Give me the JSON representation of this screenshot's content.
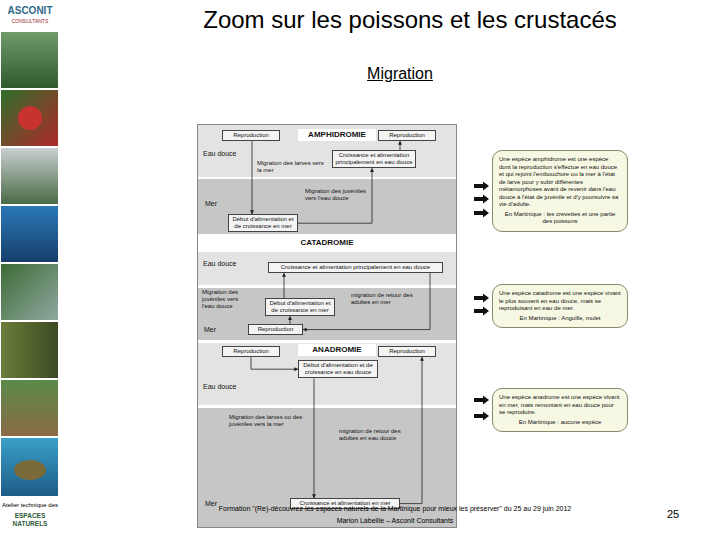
{
  "diagram": {
    "title": "Zoom sur les poissons et les crustacés",
    "nodes": [
      {
        "text": [
          "Eau douce"
        ]
      },
      {
        "text": [
          "Reproduction"
        ],
        "in": 0
      },
      {
        "text": [
          "AMPHIDROMIE"
        ],
        "in": 0
      },
      {
        "text": [
          "Reproduction"
        ],
        "in": 0
      },
      {
        "text": [
          "Croissance et alimentation principalement en eau douce"
        ],
        "in": 0
      },
      {
        "text": [
          "Mer"
        ]
      },
      {
        "text": [
          "Début d'alimentation et de croissance en mer"
        ],
        "in": 5
      },
      {
        "text": [
          "CATADROMIE"
        ]
      },
      {
        "text": [
          "Eau douce"
        ]
      },
      {
        "text": [
          "Croissance et alimentation principalement en eau douce"
        ],
        "in": 8
      },
      {
        "text": [
          "Mer"
        ]
      },
      {
        "text": [
          "Début d'alimentation et de croissance en mer"
        ],
        "in": 10
      },
      {
        "text": [
          "Reproduction"
        ],
        "in": 10
      },
      {
        "text": [
          "Eau douce"
        ]
      },
      {
        "text": [
          "Reproduction"
        ],
        "in": 13
      },
      {
        "text": [
          "ANADROMIE"
        ],
        "in": 13
      },
      {
        "text": [
          "Reproduction"
        ],
        "in": 13
      },
      {
        "text": [
          "Début d'alimentation et de croissance en eau douce"
        ],
        "in": 13
      },
      {
        "text": [
          "Mer"
        ]
      },
      {
        "text": [
          "Croissance et alimentation en mer"
        ],
        "in": 18
      },
      {
        "text": [
          "Une espèce amphidrome est une espèce dont la reproduction s'effectue en eau douce et qui rejoint l'embouchure ou la mer à l'état de larve pour y subir différentes métamorphoses avant de revenir dans l'eau douce à l'état de juvénile et d'y poursuivre sa vie d'adulte.",
          "En Martinique : les crevettes et une partie des poissons"
        ]
      },
      {
        "text": [
          "Une espèce catadrome est une espèce vivant le plus souvent en eau douce, mais se reproduisant en eau de mer.",
          "En Martinique : Anguille, mulet"
        ]
      },
      {
        "text": [
          "Une espèce anadrome est une espèce vivant en mer, mais remontant en eau douce pour se reproduire.",
          "En Martinique : aucune espèce"
        ]
      }
    ],
    "edges": [
      {
        "from": 1,
        "to": 6,
        "label": "Migration des larves vers la mer",
        "arrow": "to"
      },
      {
        "from": 6,
        "to": 4,
        "label": "Migration des juvéniles vers l'eau douce",
        "arrow": "to"
      },
      {
        "from": 4,
        "to": 3,
        "arrow": "to"
      },
      {
        "from": 9,
        "to": 12,
        "label": "migration de retour des adultes en mer",
        "arrow": "to"
      },
      {
        "from": 12,
        "to": 11,
        "arrow": "to"
      },
      {
        "from": 11,
        "to": 9,
        "label": "Migration des juvéniles vers l'eau douce",
        "arrow": "to"
      },
      {
        "from": 14,
        "to": 17,
        "arrow": "to"
      },
      {
        "from": 17,
        "to": 19,
        "label": "Migration des larves ou des juvéniles vers la mer",
        "arrow": "to"
      },
      {
        "from": 19,
        "to": 16,
        "label": "migration de retour des adultes en eau douce",
        "arrow": "to"
      }
    ],
    "labels": [
      "Migration",
      "ASCONIT",
      "CONSULTANTS",
      "Atelier technique des",
      "ESPACES NATURELS",
      "Formation \"(Re)-découvrez les espaces naturels de la Martinique pour mieux les préserver\" du 25 au 29 juin 2012",
      "Marion Labeille – Asconit Consultants",
      "25"
    ]
  }
}
